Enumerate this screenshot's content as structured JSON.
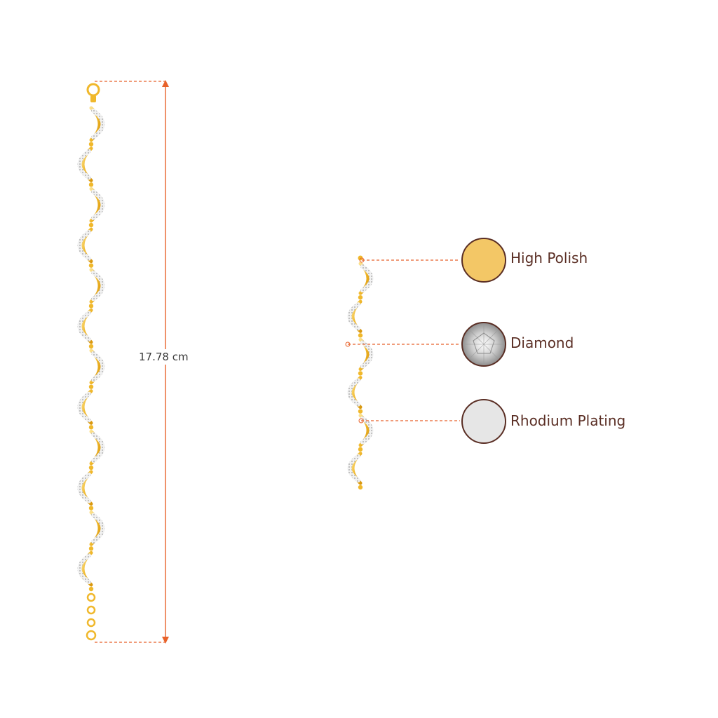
{
  "measurement": {
    "length_label": "17.78 cm"
  },
  "legend": {
    "items": [
      {
        "label": "High Polish",
        "swatch": "gold"
      },
      {
        "label": "Diamond",
        "swatch": "diamond"
      },
      {
        "label": "Rhodium Plating",
        "swatch": "rhodium"
      }
    ]
  },
  "colors": {
    "gold": "#f3c766",
    "gold_dark": "#e6a91f",
    "dimension_line": "#e8622a",
    "swatch_border": "#5a2e24",
    "rhodium": "#e6e6e6",
    "diamond": "#d9d9d9",
    "label_text": "#5a2e24"
  }
}
